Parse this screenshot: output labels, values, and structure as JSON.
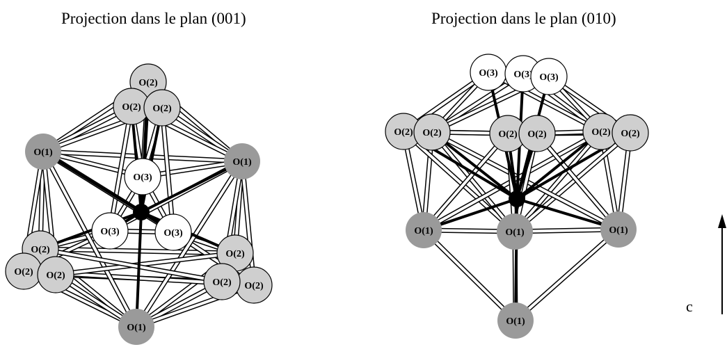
{
  "titles": {
    "left": "Projection dans le plan (001)",
    "right": "Projection dans le plan (010)"
  },
  "axis": {
    "label": "c"
  },
  "colors": {
    "o1": "#9a9a9a",
    "o2": "#cfcfcf",
    "o3": "#ffffff",
    "center": "#000000",
    "bond_white": "#ffffff",
    "bond_black": "#000000",
    "outline": "#000000"
  },
  "left_panel": {
    "atoms": [
      {
        "id": "L1",
        "type": "o2",
        "label": "O(2)"
      },
      {
        "id": "L2",
        "type": "o2",
        "label": "O(2)"
      },
      {
        "id": "L3",
        "type": "o2",
        "label": "O(2)"
      },
      {
        "id": "L4",
        "type": "o1",
        "label": "O(1)"
      },
      {
        "id": "L5",
        "type": "o1",
        "label": "O(1)"
      },
      {
        "id": "L6",
        "type": "o3",
        "label": "O(3)"
      },
      {
        "id": "L7",
        "type": "o3",
        "label": "O(3)"
      },
      {
        "id": "L8",
        "type": "o3",
        "label": "O(3)"
      },
      {
        "id": "L9",
        "type": "o2",
        "label": "O(2)"
      },
      {
        "id": "L10",
        "type": "o2",
        "label": "O(2)"
      },
      {
        "id": "L11",
        "type": "o2",
        "label": "O(2)"
      },
      {
        "id": "L12",
        "type": "o2",
        "label": "O(2)"
      },
      {
        "id": "L13",
        "type": "o2",
        "label": "O(2)"
      },
      {
        "id": "L14",
        "type": "o2",
        "label": "O(2)"
      },
      {
        "id": "L15",
        "type": "o1",
        "label": "O(1)"
      }
    ]
  },
  "right_panel": {
    "atoms": [
      {
        "id": "R1",
        "type": "o3",
        "label": "O(3)"
      },
      {
        "id": "R2",
        "type": "o3",
        "label": "O(3)"
      },
      {
        "id": "R3",
        "type": "o3",
        "label": "O(3)"
      },
      {
        "id": "R4",
        "type": "o2",
        "label": "O(2)"
      },
      {
        "id": "R5",
        "type": "o2",
        "label": "O(2)"
      },
      {
        "id": "R6",
        "type": "o2",
        "label": "O(2)"
      },
      {
        "id": "R7",
        "type": "o2",
        "label": "O(2)"
      },
      {
        "id": "R8",
        "type": "o2",
        "label": "O(2)"
      },
      {
        "id": "R9",
        "type": "o2",
        "label": "O(2)"
      },
      {
        "id": "R10",
        "type": "o1",
        "label": "O(1)"
      },
      {
        "id": "R11",
        "type": "o1",
        "label": "O(1)"
      },
      {
        "id": "R12",
        "type": "o1",
        "label": "O(1)"
      },
      {
        "id": "R13",
        "type": "o1",
        "label": "O(1)"
      }
    ]
  }
}
